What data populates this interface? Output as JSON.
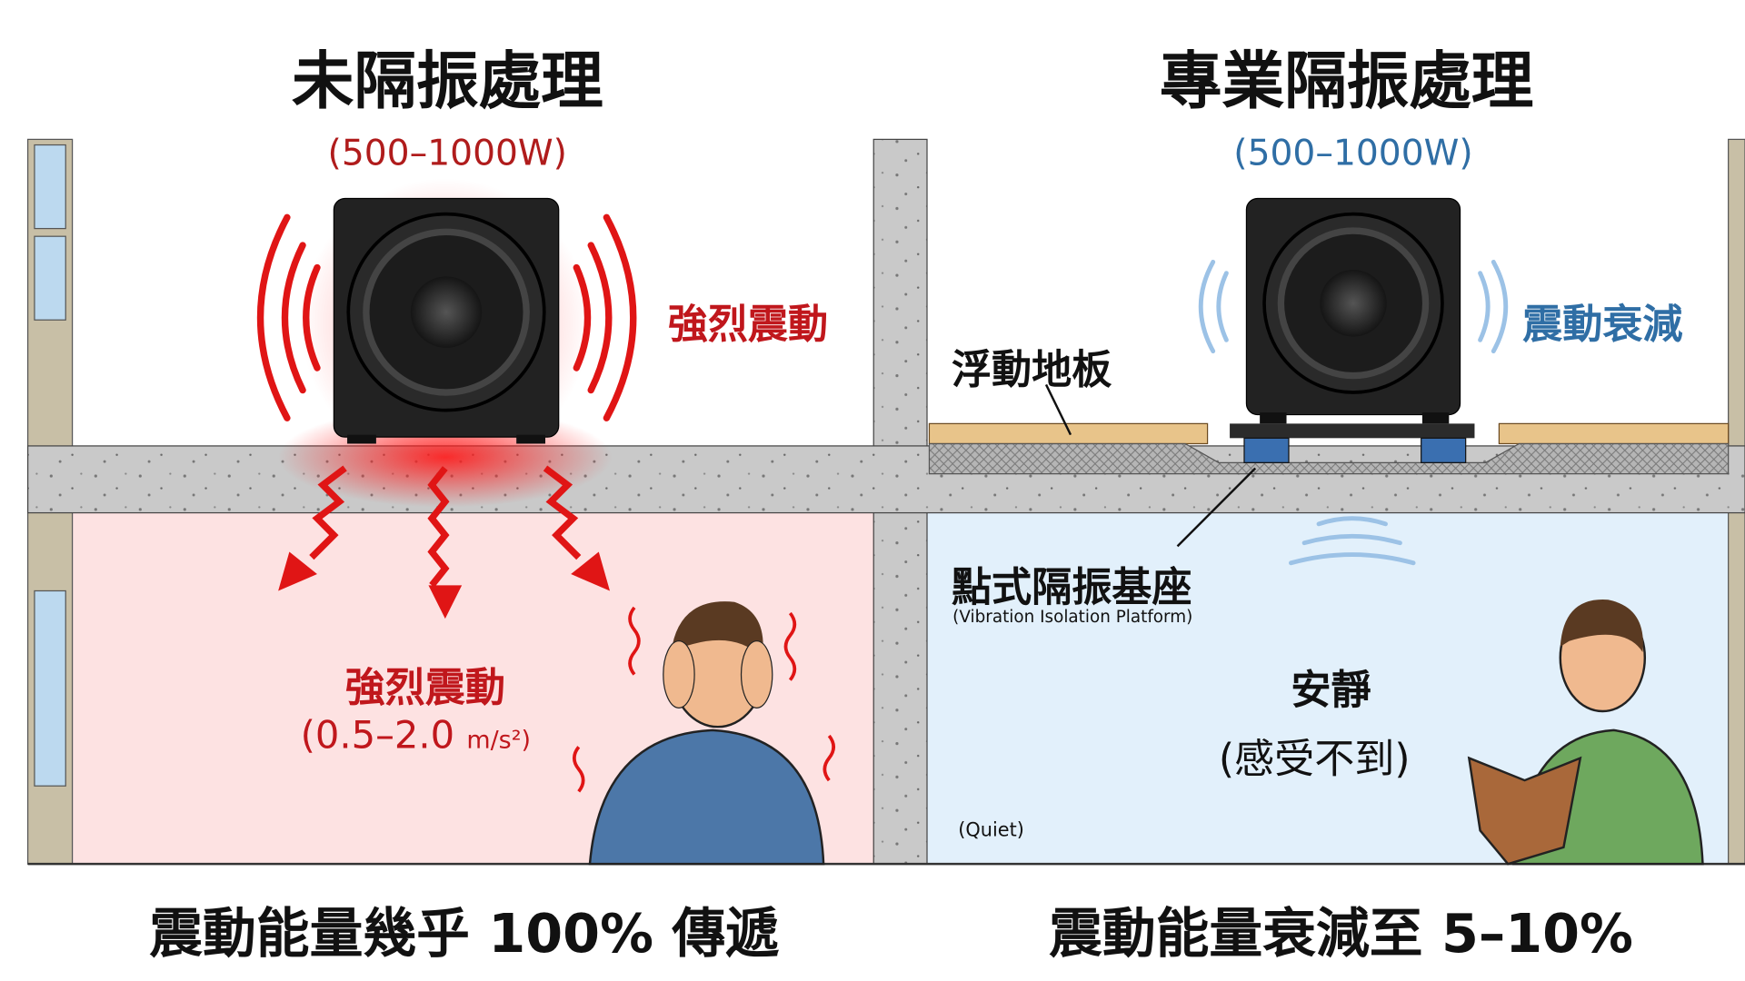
{
  "left_panel": {
    "title": "未隔振處理",
    "power": "(500–1000W)",
    "speaker_label": "強烈震動",
    "room_label": "強烈震動",
    "room_value": "(0.5–2.0",
    "room_unit": "m/s²)",
    "footer": "震動能量幾乎 100% 傳遞",
    "accent_color": "#c0171c",
    "room_color": "#fde2e2"
  },
  "right_panel": {
    "title": "專業隔振處理",
    "power": "(500–1000W)",
    "speaker_label": "震動衰減",
    "floor_label": "浮動地板",
    "platform_label": "點式隔振基座",
    "platform_label_en": "(Vibration Isolation Platform)",
    "room_label": "安靜",
    "room_sub": "(感受不到)",
    "room_en": "(Quiet)",
    "footer": "震動能量衰減至 5–10%",
    "accent_color": "#2f6ea5",
    "room_color": "#e2f0fb"
  }
}
